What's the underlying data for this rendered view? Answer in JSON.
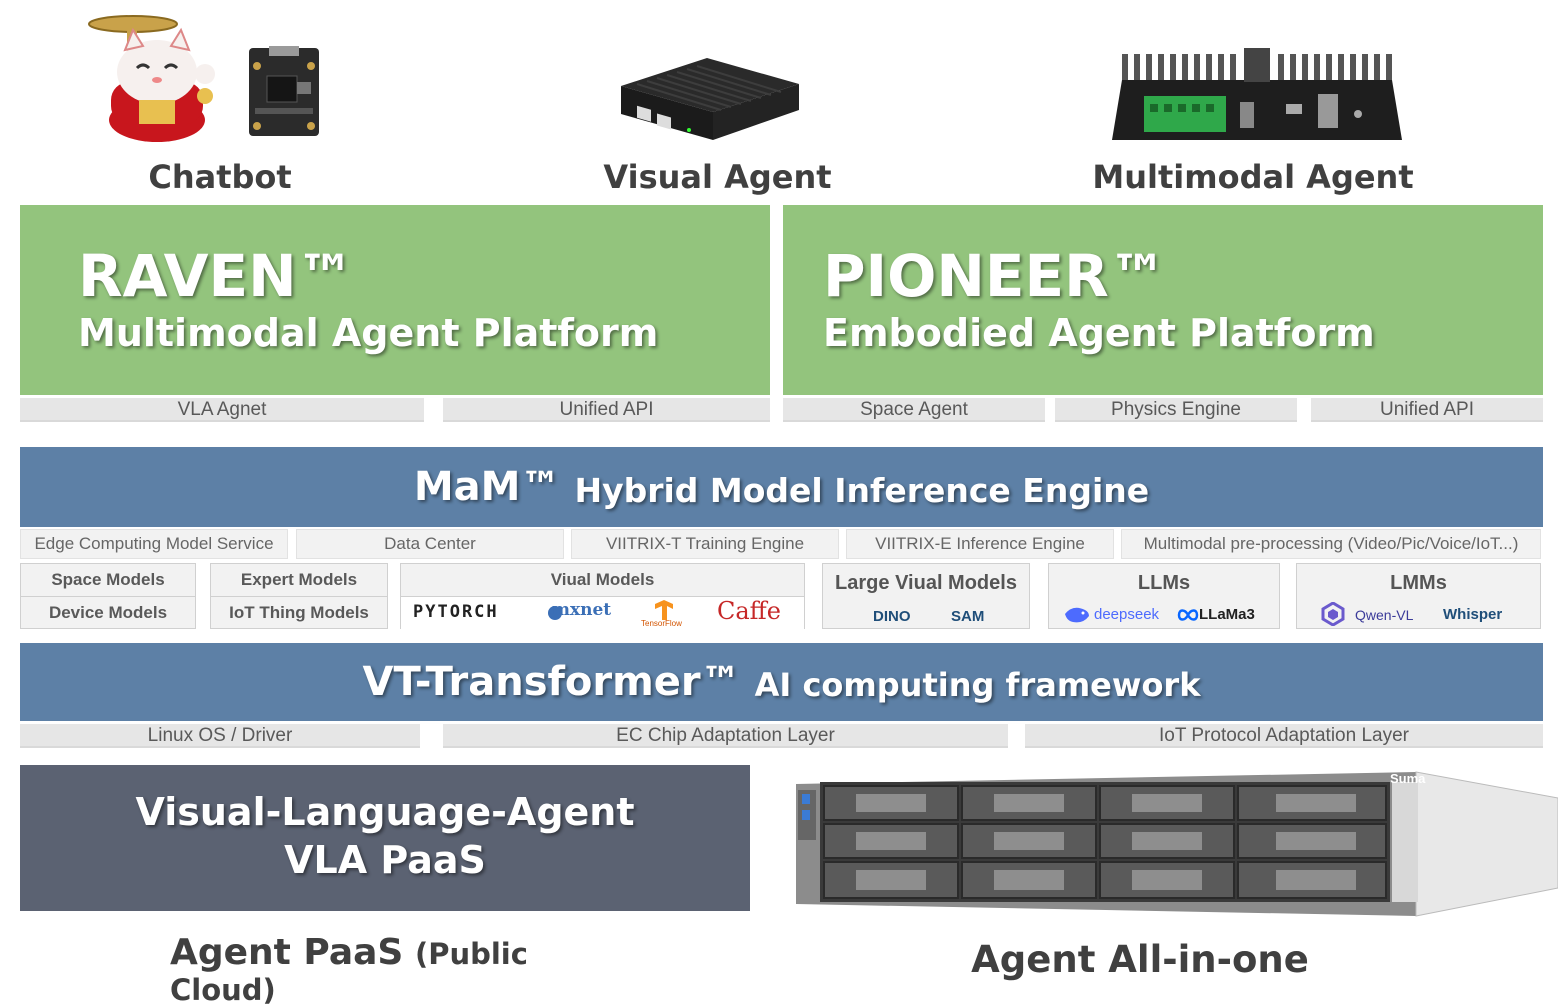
{
  "devices": {
    "chatbot": "Chatbot",
    "visual_agent": "Visual Agent",
    "multimodal_agent": "Multimodal Agent"
  },
  "raven": {
    "name": "RAVEN™",
    "subtitle": "Multimodal Agent Platform",
    "tags": [
      "VLA Agnet",
      "Unified API"
    ]
  },
  "pioneer": {
    "name": "PIONEER™",
    "subtitle": "Embodied Agent Platform",
    "tags": [
      "Space Agent",
      "Physics Engine",
      "Unified API"
    ]
  },
  "mam": {
    "name": "MaM™",
    "subtitle": "Hybrid Model Inference Engine",
    "services": [
      "Edge Computing Model Service",
      "Data Center",
      "VIITRIX-T Training Engine",
      "VIITRIX-E Inference Engine",
      "Multimodal pre-processing  (Video/Pic/Voice/IoT...)"
    ]
  },
  "models": {
    "space": "Space Models",
    "device": "Device Models",
    "expert": "Expert Models",
    "iot_thing": "IoT Thing Models",
    "visual_title": "Viual Models",
    "frameworks": [
      "PYTORCH",
      "mxnet",
      "TensorFlow",
      "Caffe"
    ],
    "large_visual_title": "Large Viual Models",
    "large_visual_items": [
      "DINO",
      "SAM"
    ],
    "llms_title": "LLMs",
    "llms_items": [
      "deepseek",
      "LLaMa3"
    ],
    "lmms_title": "LMMs",
    "lmms_items": [
      "Qwen-VL",
      "Whisper"
    ]
  },
  "vt": {
    "name": "VT-Transformer™",
    "subtitle": "AI computing framework",
    "layers": [
      "Linux OS / Driver",
      "EC Chip Adaptation Layer",
      "IoT Protocol Adaptation Layer"
    ]
  },
  "vla": {
    "line1": "Visual-Language-Agent",
    "line2": "VLA PaaS"
  },
  "server_brand": "Suma",
  "bottom": {
    "paas": "Agent PaaS",
    "paas_note": "(Public Cloud)",
    "allinone": "Agent All-in-one"
  },
  "colors": {
    "platform_green": "#93c47d",
    "engine_blue": "#5d80a6",
    "paas_dark": "#5b6272",
    "strip_gray": "#e6e6e6"
  }
}
